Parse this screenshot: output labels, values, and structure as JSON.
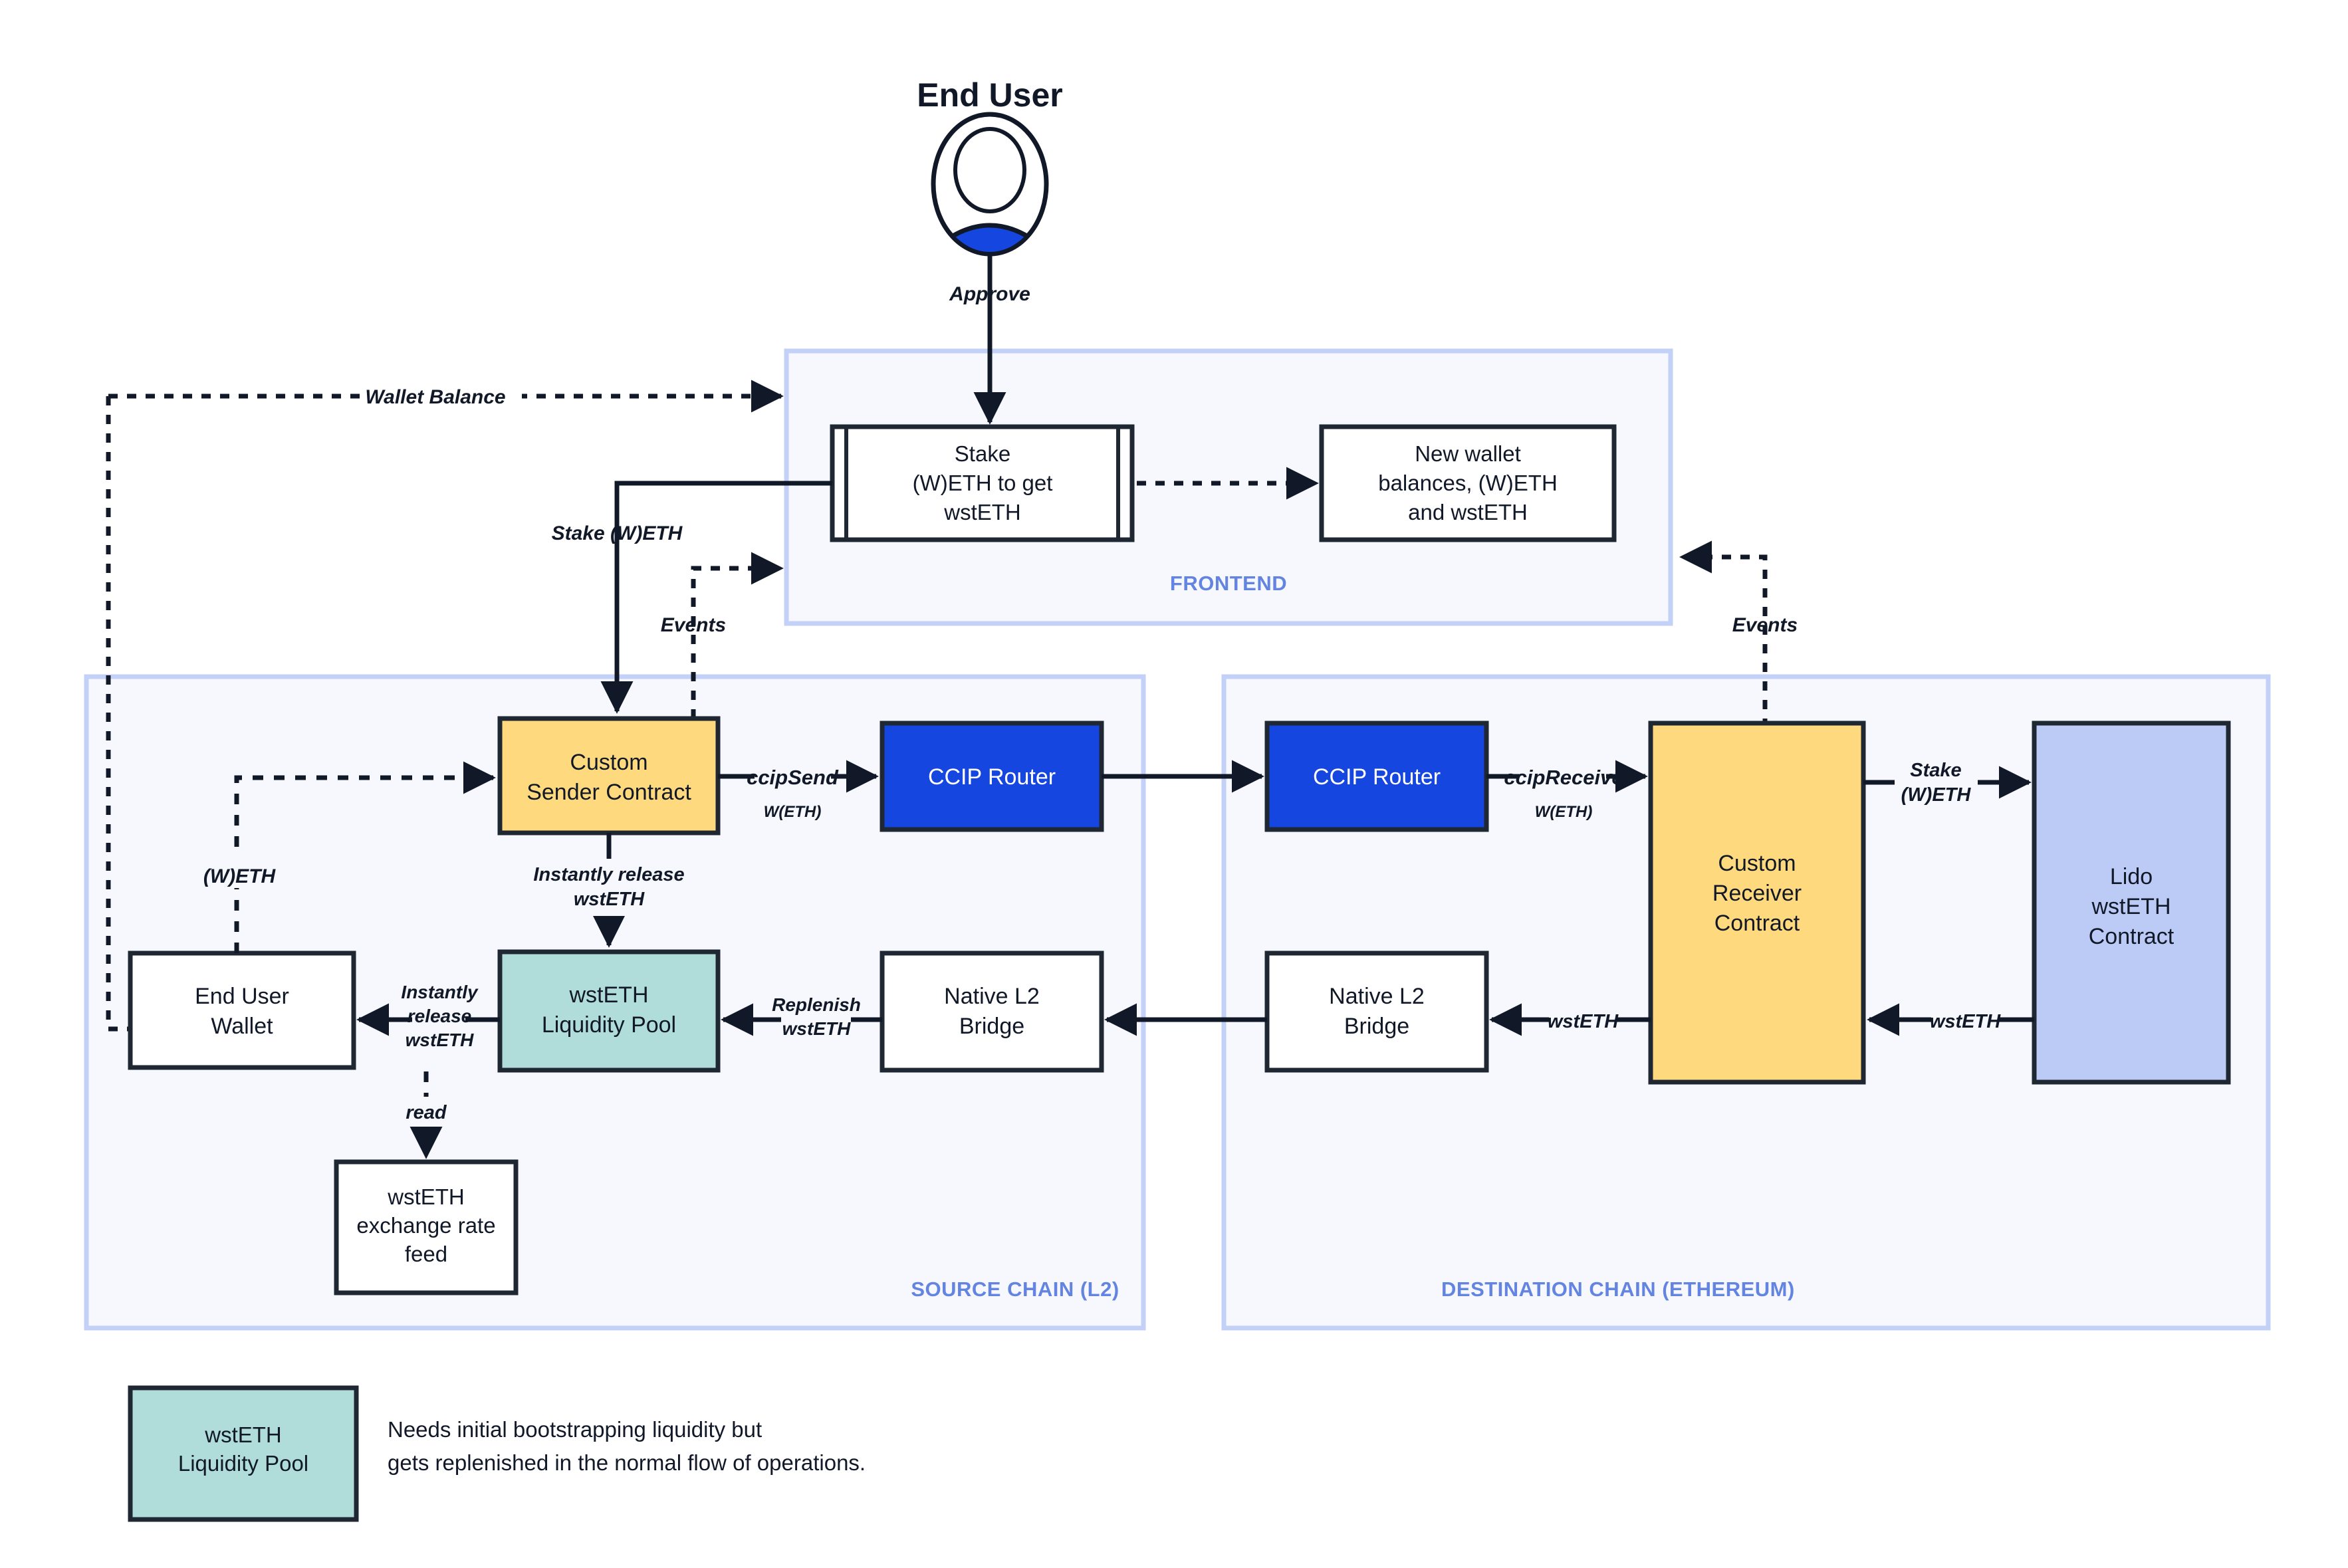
{
  "diagram": {
    "title": "End User",
    "actor": {
      "label": "End User",
      "icon": "user-avatar-icon",
      "body_color": "#1546e0"
    },
    "containers": [
      {
        "id": "frontend",
        "label": "FRONTEND",
        "fill": "#f6f8fe",
        "stroke": "#c3d0f7"
      },
      {
        "id": "source-chain",
        "label": "SOURCE CHAIN (L2)",
        "fill": "#f6f8fe",
        "stroke": "#c3d0f7"
      },
      {
        "id": "destination-chain",
        "label": "DESTINATION CHAIN (ETHEREUM)",
        "fill": "#f6f8fe",
        "stroke": "#c3d0f7"
      }
    ],
    "nodes": [
      {
        "id": "stake-form",
        "lines": [
          "Stake",
          "(W)ETH to get",
          "wstETH"
        ],
        "fill": "#ffffff",
        "shape": "process"
      },
      {
        "id": "new-balances",
        "lines": [
          "New wallet",
          "balances, (W)ETH",
          "and wstETH"
        ],
        "fill": "#ffffff",
        "shape": "rect"
      },
      {
        "id": "custom-sender-contract",
        "lines": [
          "Custom",
          "Sender Contract"
        ],
        "fill": "#ffd97d",
        "shape": "rect"
      },
      {
        "id": "ccip-router-source",
        "lines": [
          "CCIP Router"
        ],
        "fill": "#1546e0",
        "text_color": "#ffffff",
        "shape": "rect"
      },
      {
        "id": "ccip-router-destination",
        "lines": [
          "CCIP Router"
        ],
        "fill": "#1546e0",
        "text_color": "#ffffff",
        "shape": "rect"
      },
      {
        "id": "custom-receiver-contract",
        "lines": [
          "Custom",
          "Receiver",
          "Contract"
        ],
        "fill": "#ffd97d",
        "shape": "rect"
      },
      {
        "id": "lido-wsteth-contract",
        "lines": [
          "Lido",
          "wstETH",
          "Contract"
        ],
        "fill": "#bccbf5",
        "shape": "rect"
      },
      {
        "id": "end-user-wallet",
        "lines": [
          "End User",
          "Wallet"
        ],
        "fill": "#ffffff",
        "shape": "rect"
      },
      {
        "id": "wsteth-liquidity-pool",
        "lines": [
          "wstETH",
          "Liquidity Pool"
        ],
        "fill": "#b0ddd9",
        "shape": "rect"
      },
      {
        "id": "native-l2-bridge-source",
        "lines": [
          "Native L2",
          "Bridge"
        ],
        "fill": "#ffffff",
        "shape": "rect"
      },
      {
        "id": "native-l2-bridge-destination",
        "lines": [
          "Native L2",
          "Bridge"
        ],
        "fill": "#ffffff",
        "shape": "rect"
      },
      {
        "id": "wsteth-exchange-rate-feed",
        "lines": [
          "wstETH",
          "exchange rate",
          "feed"
        ],
        "fill": "#ffffff",
        "shape": "rect"
      }
    ],
    "edge_labels": {
      "approve": "Approve",
      "wallet_balance": "Wallet Balance",
      "stake_weth": "Stake (W)ETH",
      "events_left": "Events",
      "events_right": "Events",
      "weth": "(W)ETH",
      "ccip_send": "ccipSend",
      "ccip_send_sub": "W(ETH)",
      "ccip_receive": "ccipReceive",
      "ccip_receive_sub": "W(ETH)",
      "stake_weth_line1": "Stake",
      "stake_weth_line2": "(W)ETH",
      "instantly_release_wsteth_line1": "Instantly release",
      "instantly_release_wsteth_line2": "wstETH",
      "instantly_release_l1": "Instantly",
      "instantly_release_l2": "release",
      "instantly_release_l3": "wstETH",
      "replenish_l1": "Replenish",
      "replenish_l2": "wstETH",
      "wsteth_receiver": "wstETH",
      "wsteth_lido": "wstETH",
      "read": "read"
    },
    "legend": {
      "swatch_lines": [
        "wstETH",
        "Liquidity Pool"
      ],
      "swatch_fill": "#b0ddd9",
      "note_line1": "Needs initial bootstrapping liquidity but",
      "note_line2": "gets replenished in the normal flow of operations."
    }
  }
}
